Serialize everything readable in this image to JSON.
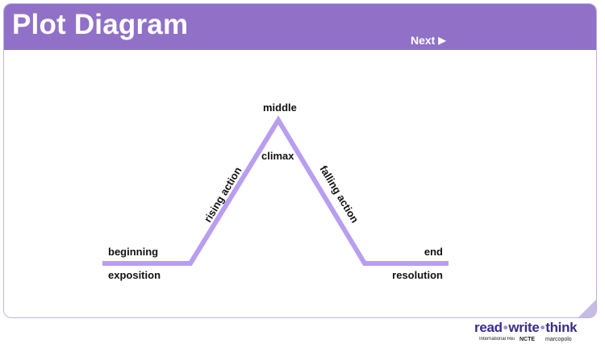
{
  "header": {
    "title": "Plot Diagram",
    "next_label": "Next"
  },
  "diagram": {
    "beginning": "beginning",
    "exposition": "exposition",
    "rising_action": "rising action",
    "middle": "middle",
    "climax": "climax",
    "falling_action": "falling action",
    "end": "end",
    "resolution": "resolution"
  },
  "footer": {
    "logo_parts": [
      "read",
      "write",
      "think"
    ],
    "partner_1": "International Reading Association",
    "partner_2": "NCTE",
    "partner_3": "marcopolo"
  },
  "colors": {
    "header": "#9071c7",
    "plot_line": "#b89ef0"
  }
}
